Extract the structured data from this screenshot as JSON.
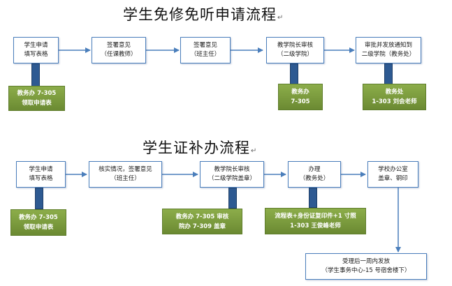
{
  "flow1": {
    "title": "学生免修免听申请流程",
    "steps": [
      {
        "lines": [
          "学生申请",
          "填写表格"
        ]
      },
      {
        "lines": [
          "签署意见",
          "（任课教师）"
        ]
      },
      {
        "lines": [
          "签署意见",
          "（班主任）"
        ]
      },
      {
        "lines": [
          "教学院长审核",
          "（二级学院）"
        ]
      },
      {
        "lines": [
          "审批并发放通知到",
          "二级学院（教务处）"
        ]
      }
    ],
    "notes": [
      {
        "lines": [
          "教务办 7-305",
          "领取申请表"
        ]
      },
      {
        "lines": [
          "教务办",
          "7-305"
        ]
      },
      {
        "lines": [
          "教务处",
          "1-303  刘会老师"
        ]
      }
    ]
  },
  "flow2": {
    "title": "学生证补办流程",
    "steps": [
      {
        "lines": [
          "学生申请",
          "填写表格"
        ]
      },
      {
        "lines": [
          "核实情况，签署意见",
          "（班主任）"
        ]
      },
      {
        "lines": [
          "教学院长审核",
          "（二级学院盖章）"
        ]
      },
      {
        "lines": [
          "办理",
          "（教务处）"
        ]
      },
      {
        "lines": [
          "学校办公室",
          "盖章、钢印"
        ]
      },
      {
        "lines": [
          "受理后一周内发放",
          "（学生事务中心-15 号宿舍楼下）"
        ]
      }
    ],
    "notes": [
      {
        "lines": [
          "教务办 7-305",
          "领取申请表"
        ]
      },
      {
        "lines": [
          "教务办 7-305  审核",
          "院办 7-309  盖章"
        ]
      },
      {
        "lines": [
          "流程表+身份证复印件+1 寸照",
          "1-303  王俊峰老师"
        ]
      }
    ]
  },
  "colors": {
    "box_border": "#4a7ebb",
    "note_fill": "#77933c",
    "connector_bar": "#2e5a92",
    "arrow": "#4a7ebb"
  }
}
